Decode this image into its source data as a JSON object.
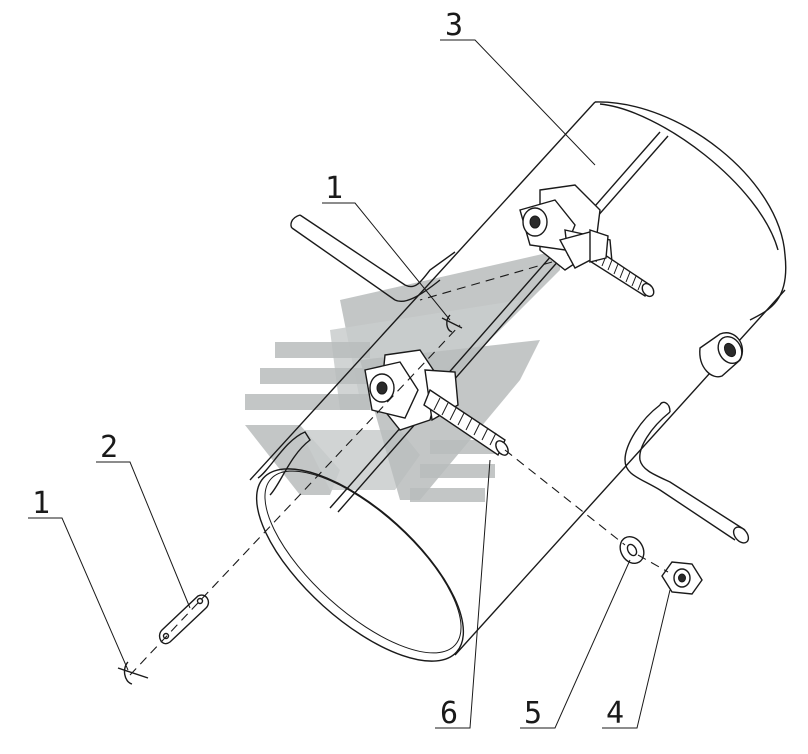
{
  "diagram": {
    "callouts": {
      "c1_upper": "1",
      "c1_lower": "1",
      "c2": "2",
      "c3": "3",
      "c4": "4",
      "c5": "5",
      "c6": "6"
    },
    "colors": {
      "line": "#1a1a1a",
      "watermark": "#b8bcbc",
      "background": "#ffffff"
    }
  }
}
